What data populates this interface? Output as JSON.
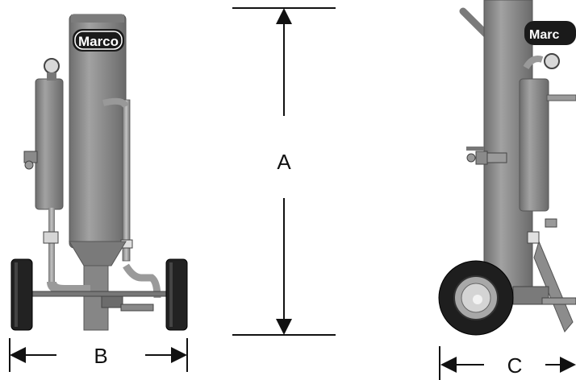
{
  "logo": {
    "front_text": "Marco",
    "side_text": "Marc"
  },
  "dimensions": {
    "height_label": "A",
    "width_label": "B",
    "depth_label": "C"
  },
  "colors": {
    "body": "#8c8c8c",
    "body_dark": "#6e6e6e",
    "body_light": "#a8a8a8",
    "tire": "#222222",
    "hub": "#bdbdbd",
    "line": "#111111",
    "logo_bg": "#1a1a1a"
  }
}
